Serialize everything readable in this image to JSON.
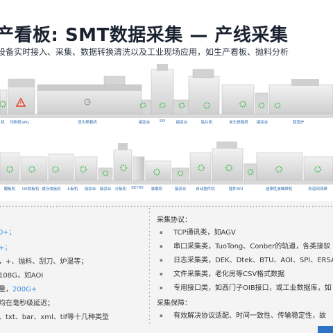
{
  "header": {
    "title": "产看板: SMT数据采集 — 产线采集",
    "subtitle": "设备实时接入、采集、数据转换清洗以及工业现场应用，如生产看板、抛料分析"
  },
  "line_top": {
    "labels": [
      "机",
      "印刷机SPG",
      "双头移载机",
      "接驳台",
      "SPI",
      "接驳台",
      "贴片机",
      "单头移载机",
      "接驳台",
      "回流炉"
    ]
  },
  "line_bottom": {
    "labels": [
      "翻板机",
      "OK收板机",
      "缓存收板机",
      "上板机",
      "接驳台",
      "接驳台",
      "分板机",
      "KE700",
      "装载机",
      "接驳台",
      "自动插件机",
      "插件AOI",
      "选择性波峰焊机",
      "轨道回流焊"
    ]
  },
  "left_panel": {
    "lines": [
      {
        "pre": "",
        "hl": "0+；",
        "post": ""
      },
      {
        "pre": "",
        "hl": "+；",
        "post": ""
      },
      {
        "pre": "，+、抛料、刮刀、炉温等；",
        "hl": "",
        "post": ""
      },
      {
        "pre": "108G，如AOI",
        "hl": "",
        "post": ""
      },
      {
        "pre": "量，",
        "hl": "200G+",
        "post": ""
      },
      {
        "pre": "均在毫秒级延迟；",
        "hl": "",
        "post": ""
      },
      {
        "pre": "、txt、bar、xml、tif等十几种类型",
        "hl": "",
        "post": ""
      }
    ]
  },
  "right_panel": {
    "protocol_title": "采集协议：",
    "items": [
      "TCP通讯类，如AGV",
      "串口采集类，TuoTong、Conber的轨道，各类接驳",
      "日志采集类，DEK、Dtek、BTU、AOI、SPI、ERSA",
      "文件采集类，老化房等CSV格式数据",
      "专用接口类，如西门子OIB接口，或工业数据库，如"
    ],
    "guarantee_title": "采集保障：",
    "guarantee_items": [
      "有效解决协议适配、时间一致性、传输稳定性，故"
    ]
  },
  "colors": {
    "accent": "#3e8de0",
    "label_blue": "#2d6cae",
    "machine_light": "#e6e6e6",
    "machine_dark": "#bdbdbd",
    "indicator_green": "#3bbf4a"
  }
}
